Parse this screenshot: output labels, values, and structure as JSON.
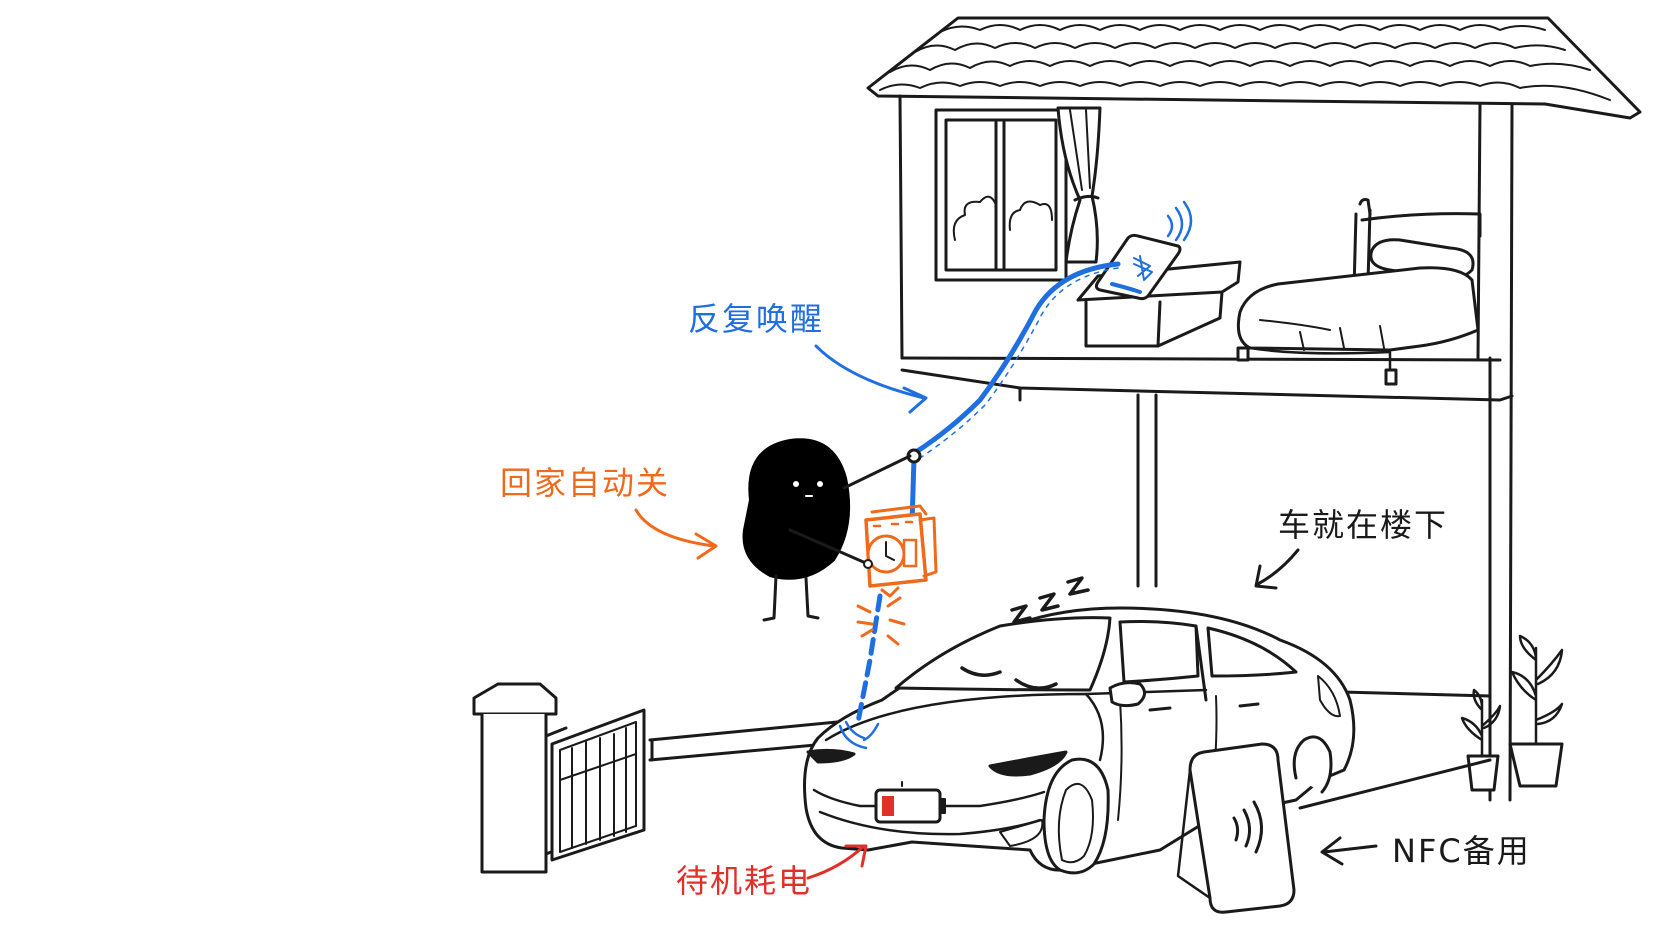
{
  "labels": {
    "wake": "反复唤醒",
    "auto_off": "回家自动关",
    "standby_drain": "待机耗电",
    "car_downstairs": "车就在楼下",
    "nfc_backup": "NFC备用"
  },
  "colors": {
    "bluetooth_blue": "#1f6fe0",
    "switch_orange": "#f06a1c",
    "battery_red": "#e0302a",
    "ink": "#1a1a1a"
  },
  "icons": [
    "bluetooth-icon",
    "phone-icon",
    "battery-low-icon",
    "nfc-icon",
    "timer-switch-icon",
    "sleep-zzz-icon"
  ]
}
